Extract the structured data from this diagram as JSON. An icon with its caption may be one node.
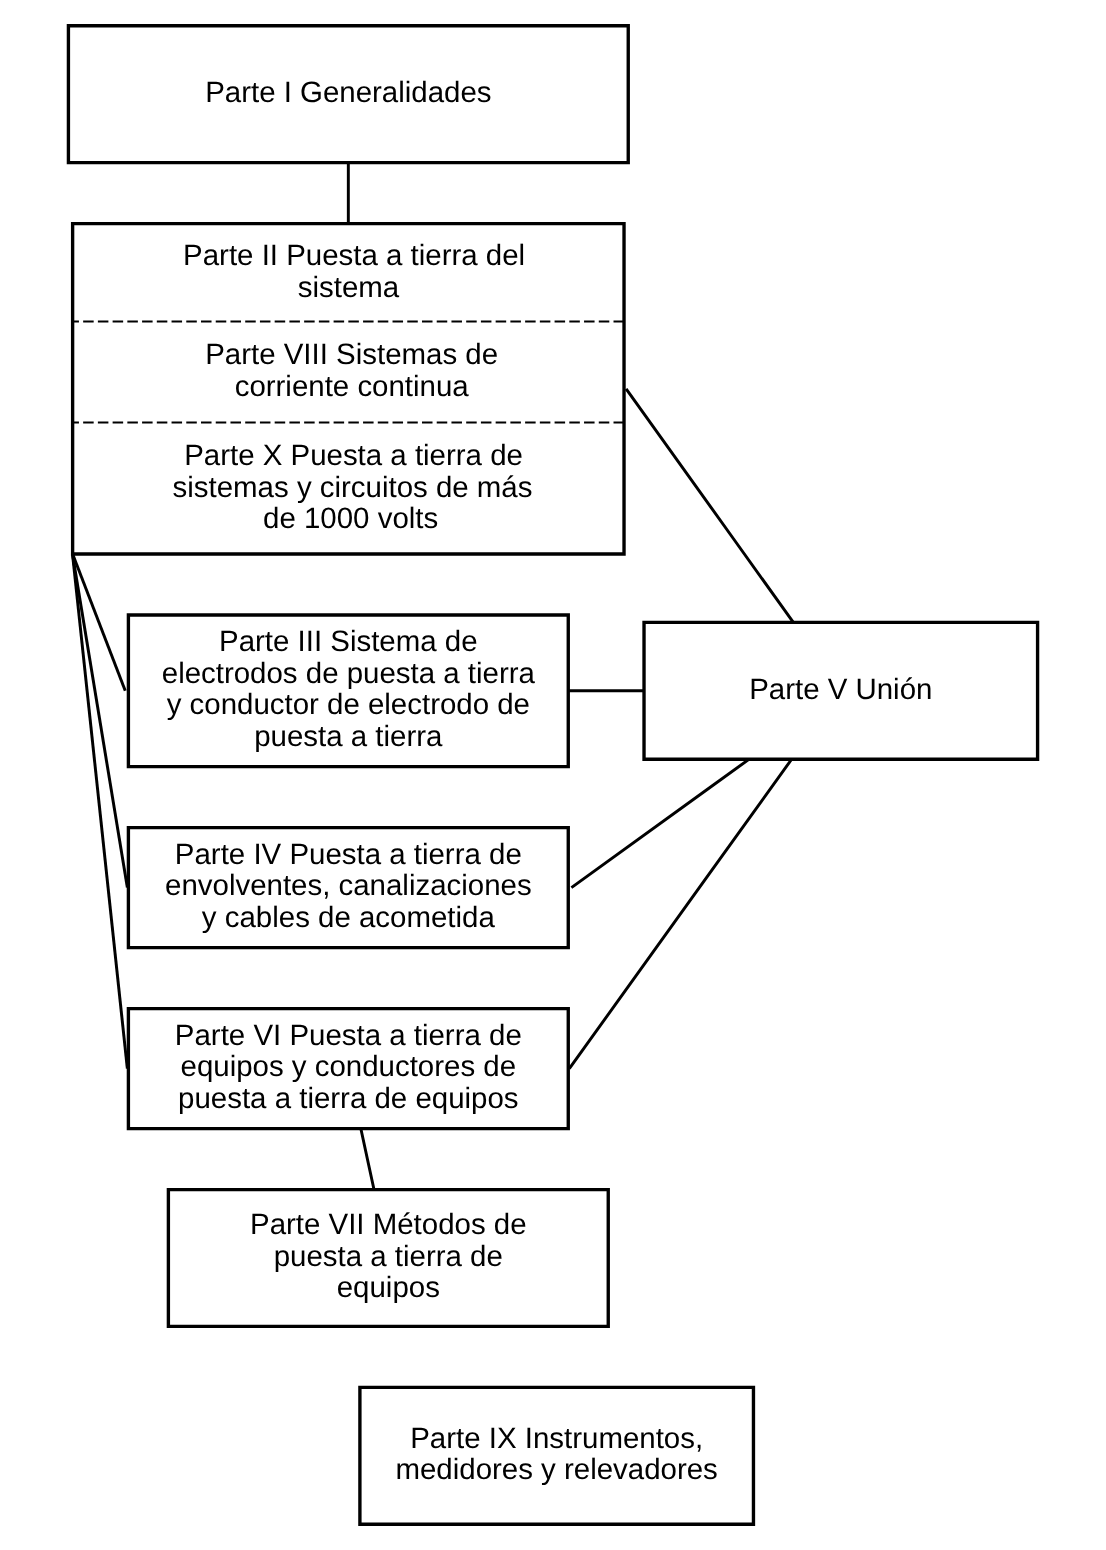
{
  "diagram": {
    "nodes": [
      {
        "text": [
          "Parte I Generalidades"
        ]
      },
      {
        "text": [
          "Parte II Puesta a tierra del sistema",
          "Parte VIII Sistemas de corriente continua",
          "Parte X Puesta a tierra de sistemas y circuitos de más de 1000 volts"
        ]
      },
      {
        "text": [
          "Parte III Sistema de electrodos de puesta a tierra y conductor de electrodo de puesta a tierra"
        ]
      },
      {
        "text": [
          "Parte V Unión"
        ]
      },
      {
        "text": [
          "Parte IV Puesta a tierra de envolventes, canalizaciones y cables de acometida"
        ]
      },
      {
        "text": [
          "Parte VI Puesta a tierra de equipos y conductores de puesta a tierra de equipos"
        ]
      },
      {
        "text": [
          "Parte VII Métodos de puesta a tierra de equipos"
        ]
      },
      {
        "text": [
          "Parte IX Instrumentos, medidores y relevadores"
        ]
      }
    ],
    "edges": [
      {
        "from": 0,
        "to": 1,
        "arrow": "none"
      },
      {
        "from": 1,
        "to": 3,
        "arrow": "none"
      },
      {
        "from": 1,
        "to": 2,
        "arrow": "none"
      },
      {
        "from": 1,
        "to": 4,
        "arrow": "none"
      },
      {
        "from": 1,
        "to": 5,
        "arrow": "none"
      },
      {
        "from": 2,
        "to": 3,
        "arrow": "none"
      },
      {
        "from": 4,
        "to": 3,
        "arrow": "none"
      },
      {
        "from": 5,
        "to": 3,
        "arrow": "none"
      },
      {
        "from": 5,
        "to": 6,
        "arrow": "none"
      }
    ]
  }
}
